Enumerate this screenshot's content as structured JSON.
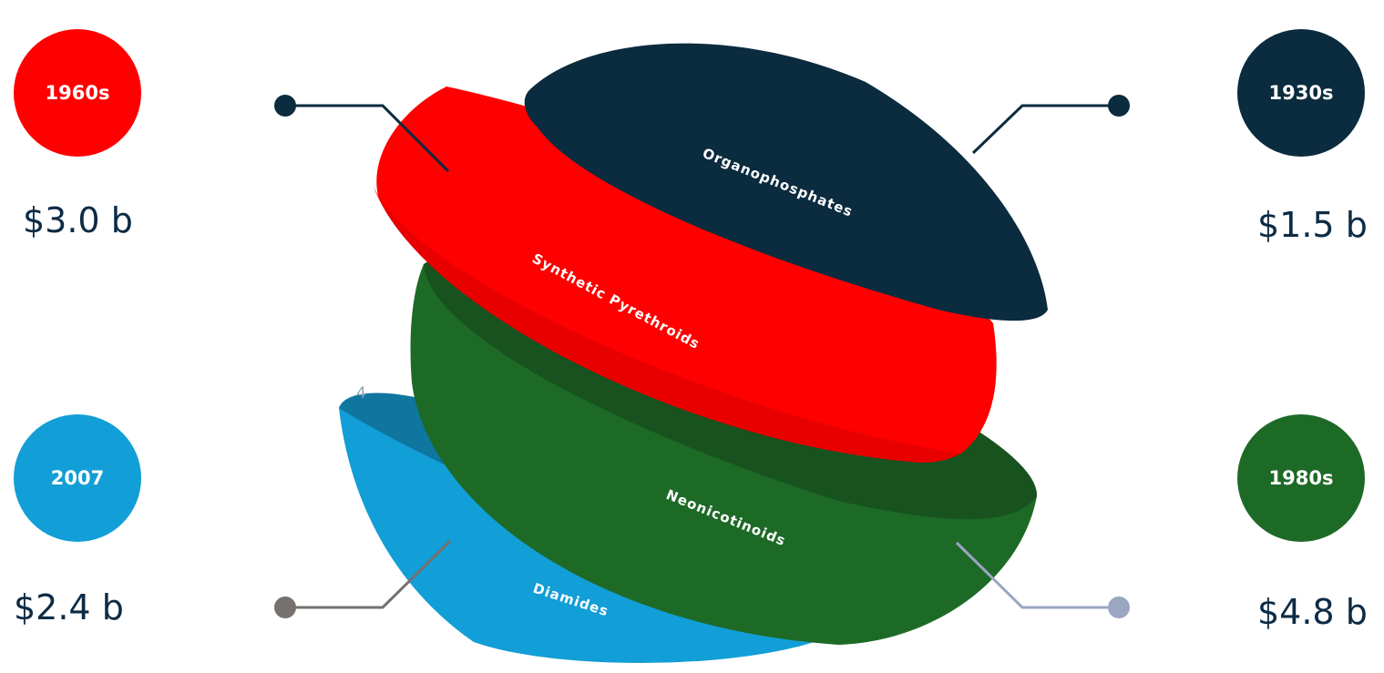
{
  "segments": [
    {
      "name": "Organophosphates",
      "era": "1930s",
      "value": "$1.5 b",
      "color": "#0b2b3e"
    },
    {
      "name": "Synthetic Pyrethroids",
      "era": "1960s",
      "value": "$3.0 b",
      "color": "#fe0000"
    },
    {
      "name": "Neonicotinoids",
      "era": "1980s",
      "value": "$4.8 b",
      "color": "#1d6a27"
    },
    {
      "name": "Diamides",
      "era": "2007",
      "value": "$2.4 b",
      "color": "#129ed6"
    }
  ],
  "stray_mark": "4"
}
